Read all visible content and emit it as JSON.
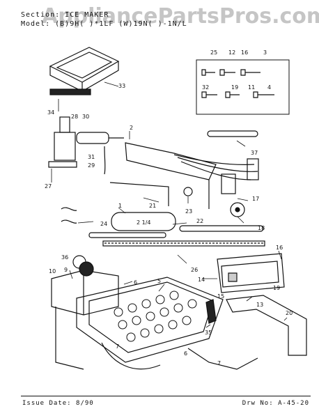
{
  "header": {
    "section": "Section: ICE MAKER",
    "model": "Model: (B)9H( )*1LF (W)19N( )-1N/L",
    "watermark": "AppliancePartsPros.com"
  },
  "footer": {
    "issue_date": "Issue Date: 8/90",
    "drawing_no": "Drw No: A-45-20"
  },
  "parts": [
    "1",
    "2",
    "3",
    "4",
    "5",
    "6",
    "6",
    "7",
    "7",
    "9",
    "10",
    "11",
    "12",
    "13",
    "14",
    "15",
    "16",
    "16",
    "17",
    "18",
    "19",
    "19",
    "20",
    "21",
    "22",
    "23",
    "24",
    "25",
    "26",
    "27",
    "28",
    "29",
    "30",
    "31",
    "32",
    "33",
    "34",
    "35",
    "36",
    "37"
  ],
  "annotations": {
    "tube_marking": "2 1/4"
  }
}
